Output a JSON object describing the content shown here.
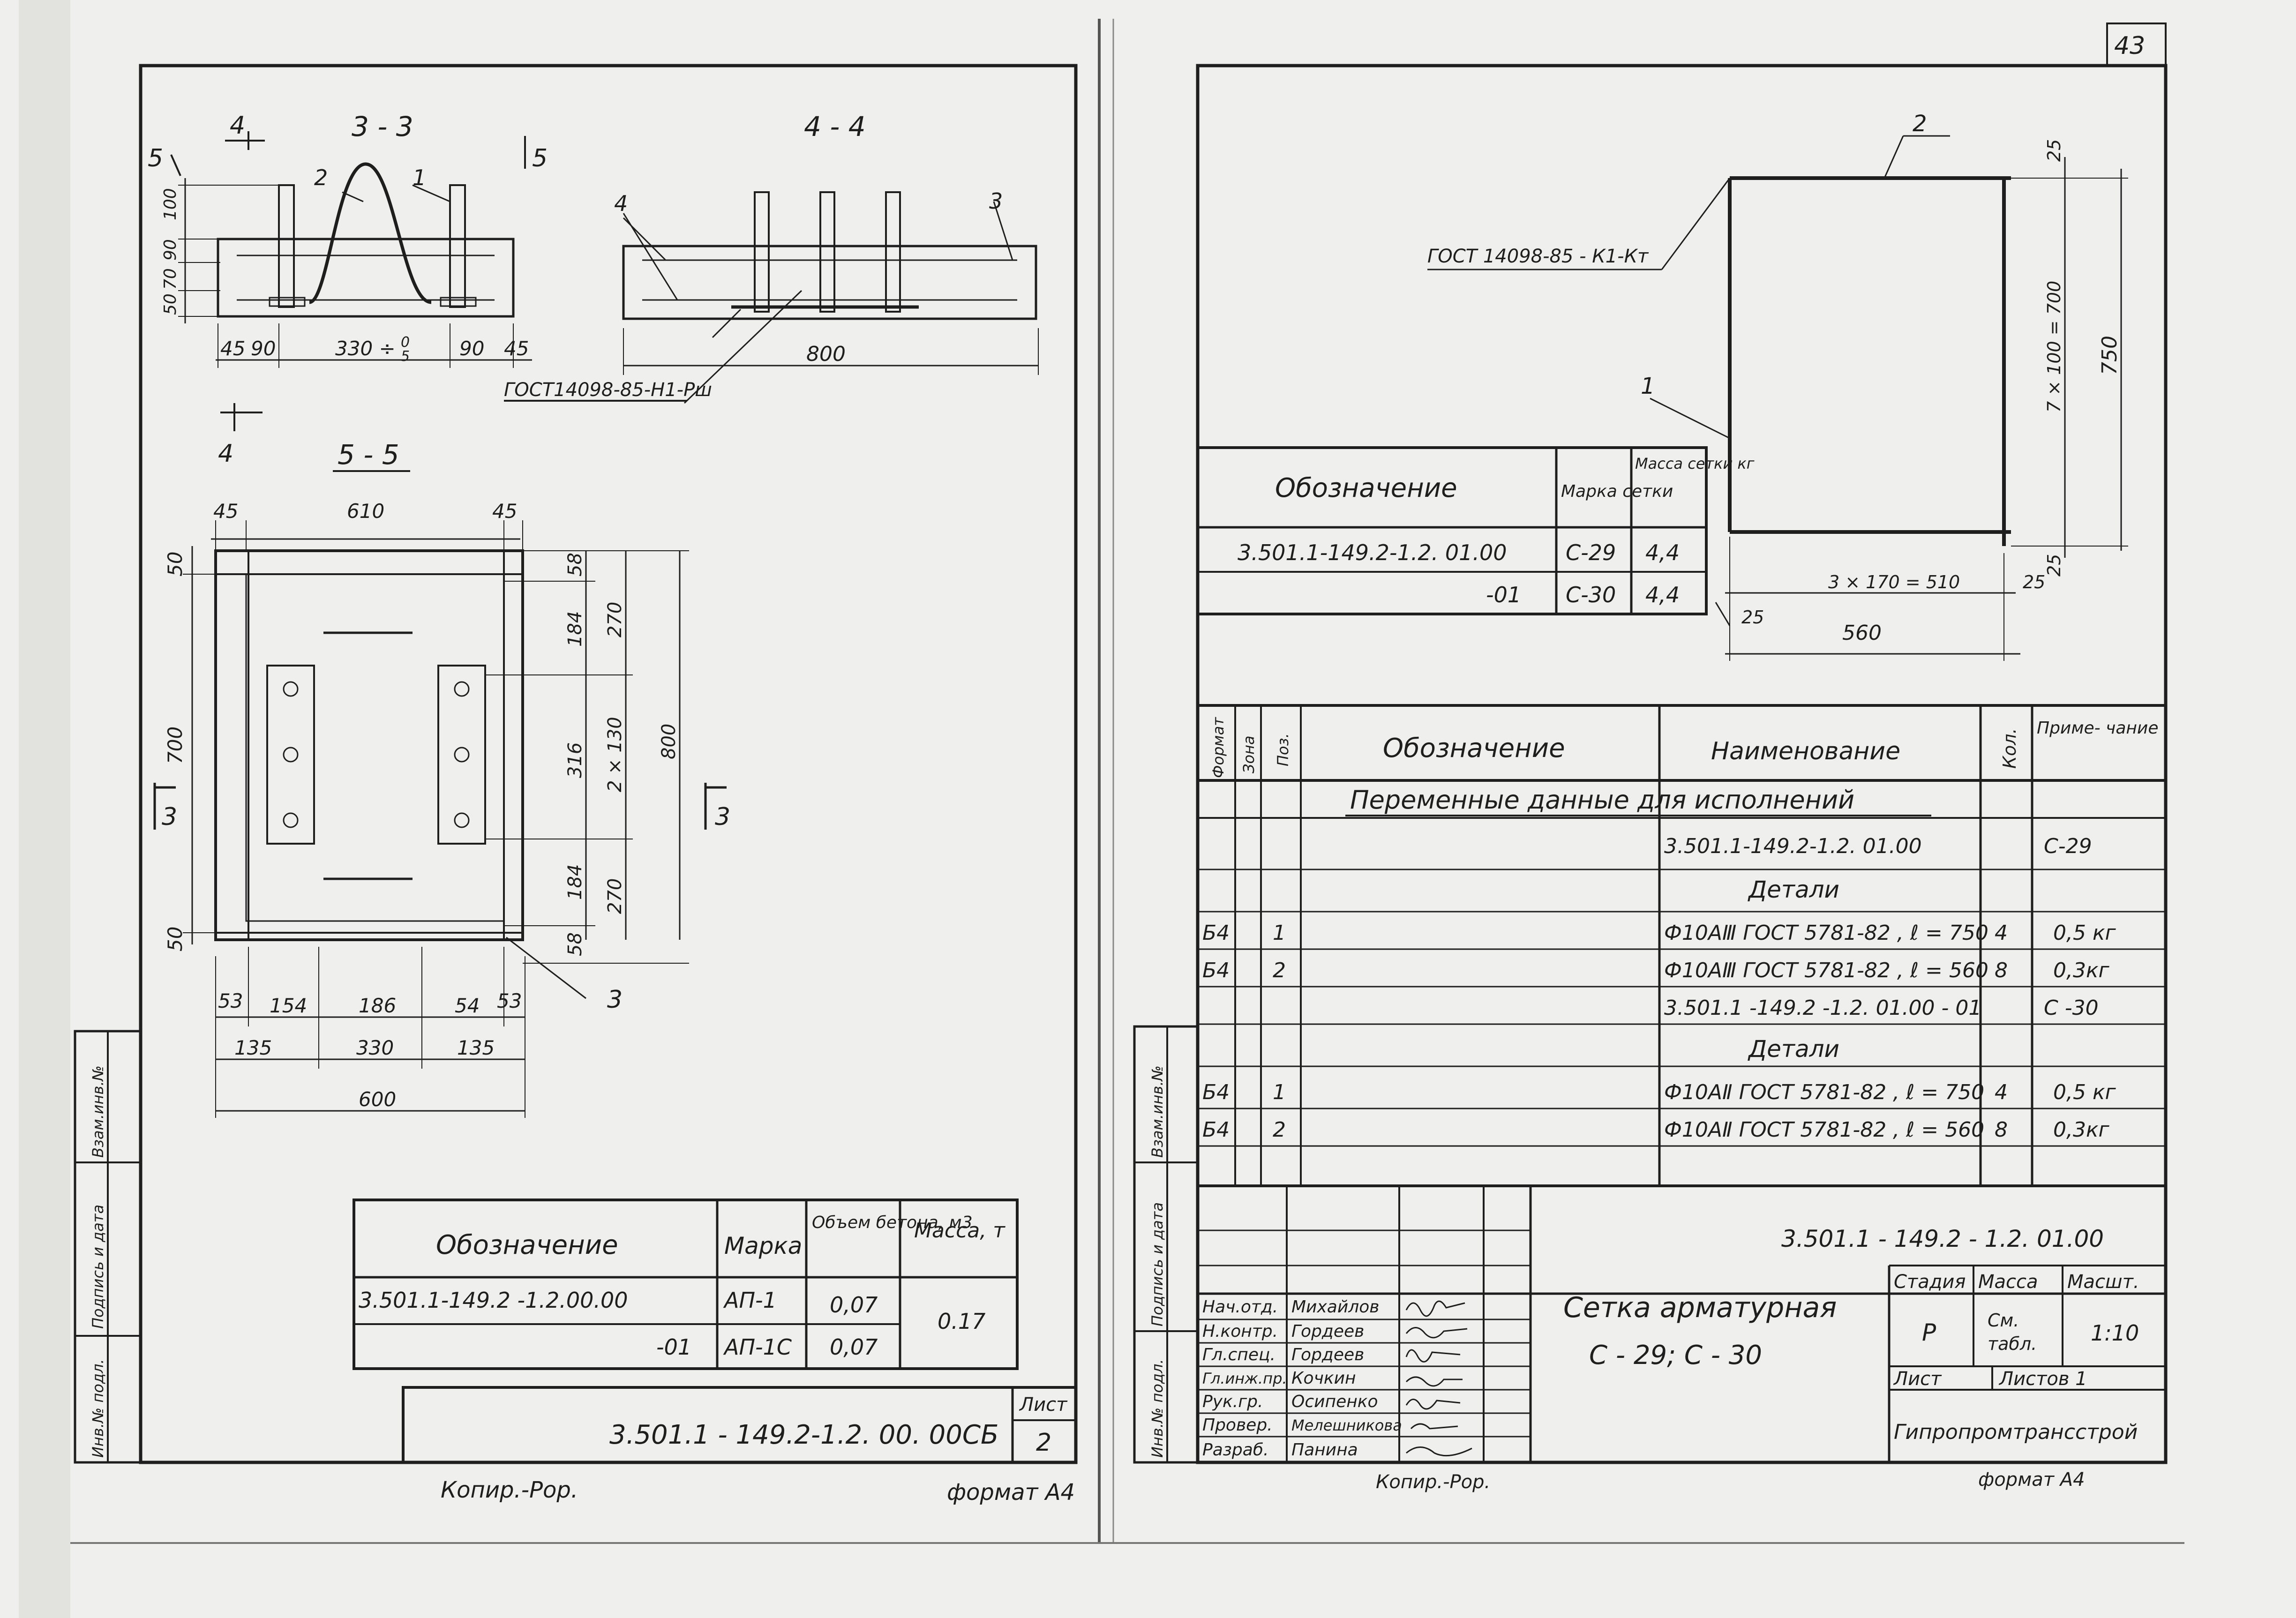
{
  "page_number": "43",
  "left_sheet": {
    "section_33": {
      "title": "3 - 3",
      "cut_left": "4",
      "cut_5_left": "5",
      "cut_5_right": "5",
      "callout_1": "1",
      "callout_2": "2",
      "dims_vertical": [
        "50",
        "70",
        "90",
        "100"
      ],
      "dims_horizontal": [
        "45",
        "90",
        "330 ÷ ",
        "90",
        "45"
      ],
      "dim_fraction_top": "0",
      "dim_fraction_bottom": "5"
    },
    "section_44": {
      "title": "4 - 4",
      "callout_4": "4",
      "callout_3": "3",
      "width": "800",
      "gost_note": "ГОСТ14098-85-Н1-Рш"
    },
    "section_55": {
      "title": "5 - 5",
      "cut_left_4": "4",
      "top_dims": [
        "45",
        "610",
        "45"
      ],
      "left_dims": [
        "50",
        "700",
        "50"
      ],
      "right_inner": [
        "58",
        "184",
        "316",
        "184",
        "58"
      ],
      "right_outer": [
        "270",
        "2 × 130",
        "270"
      ],
      "right_total": "800",
      "bottom_row1": [
        "53",
        "154",
        "186",
        "54",
        "53"
      ],
      "bottom_row2": [
        "135",
        "330",
        "135"
      ],
      "bottom_total": "600",
      "cut_3_left": "3",
      "cut_3_right": "3",
      "callout_3": "3"
    },
    "spec_table": {
      "headers": [
        "Обозначение",
        "Марка",
        "Объем бетона, м3",
        "Масса, т"
      ],
      "rows": [
        [
          "3.501.1-149.2 -1.2.00.00",
          "АП-1",
          "0,07"
        ],
        [
          "-01",
          "АП-1С",
          "0,07"
        ]
      ],
      "mass_merged": "0.17"
    },
    "title_block": {
      "code": "3.501.1 - 149.2-1.2. 00. 00СБ",
      "sheet_label": "Лист",
      "sheet_number": "2"
    },
    "side_labels": [
      "Инв.№ подл.",
      "Подпись и дата",
      "Взам.инв.№"
    ],
    "footer_copy": "Копир.-Рор.",
    "footer_format": "формат А4"
  },
  "right_sheet": {
    "mesh": {
      "callout_2": "2",
      "callout_1": "1",
      "gost_note": "ГОСТ 14098-85 - К1-Кт",
      "dims_right": [
        "25",
        "7 × 100 = 700",
        "25"
      ],
      "dim_total_height": "750",
      "dims_bottom": [
        "25",
        "3 × 170 = 510",
        "25"
      ],
      "dim_total_width": "560"
    },
    "mark_table": {
      "headers": [
        "Обозначение",
        "Марка сетки",
        "Масса сетки кг"
      ],
      "rows": [
        [
          "3.501.1-149.2-1.2. 01.00",
          "С-29",
          "4,4"
        ],
        [
          "-01",
          "С-30",
          "4,4"
        ]
      ]
    },
    "spec": {
      "headers": [
        "Формат",
        "Зона",
        "Поз.",
        "Обозначение",
        "Наименование",
        "Кол.",
        "Приме- чание"
      ],
      "section_title": "Переменные данные для исполнений",
      "rows": [
        {
          "fmt": "",
          "pos": "",
          "name": "3.501.1-149.2-1.2. 01.00",
          "qty": "",
          "note": "С-29"
        },
        {
          "fmt": "",
          "pos": "",
          "name": "Детали",
          "qty": "",
          "note": ""
        },
        {
          "fmt": "Б4",
          "pos": "1",
          "name": "Ф10АⅢ ГОСТ 5781-82 , ℓ = 750",
          "qty": "4",
          "note": "0,5 кг"
        },
        {
          "fmt": "Б4",
          "pos": "2",
          "name": "Ф10АⅢ ГОСТ 5781-82 , ℓ = 560",
          "qty": "8",
          "note": "0,3кг"
        },
        {
          "fmt": "",
          "pos": "",
          "name": "3.501.1 -149.2 -1.2. 01.00 - 01",
          "qty": "",
          "note": "С -30"
        },
        {
          "fmt": "",
          "pos": "",
          "name": "Детали",
          "qty": "",
          "note": ""
        },
        {
          "fmt": "Б4",
          "pos": "1",
          "name": "Ф10АⅡ ГОСТ 5781-82 , ℓ = 750",
          "qty": "4",
          "note": "0,5 кг"
        },
        {
          "fmt": "Б4",
          "pos": "2",
          "name": "Ф10АⅡ ГОСТ 5781-82 , ℓ = 560",
          "qty": "8",
          "note": "0,3кг"
        }
      ]
    },
    "title_block": {
      "code": "3.501.1 - 149.2 - 1.2. 01.00",
      "name_line1": "Сетка арматурная",
      "name_line2": "С - 29; С - 30",
      "stage_label": "Стадия",
      "mass_label": "Масса",
      "scale_label": "Масшт.",
      "stage_value": "Р",
      "mass_value_1": "См.",
      "mass_value_2": "табл.",
      "scale_value": "1:10",
      "sheet_label": "Лист",
      "sheets_label": "Листов 1",
      "org": "Гипропромтрансстрой",
      "people": [
        {
          "role": "Нач.отд.",
          "name": "Михайлов"
        },
        {
          "role": "Н.контр.",
          "name": "Гордеев"
        },
        {
          "role": "Гл.спец.",
          "name": "Гордеев"
        },
        {
          "role": "Гл.инж.пр.",
          "name": "Кочкин"
        },
        {
          "role": "Рук.гр.",
          "name": "Осипенко"
        },
        {
          "role": "Провер.",
          "name": "Мелешникова"
        },
        {
          "role": "Разраб.",
          "name": "Панина"
        }
      ]
    },
    "side_labels": [
      "Инв.№ подл.",
      "Подпись и дата",
      "Взам.инв.№"
    ],
    "footer_copy": "Копир.-Рор.",
    "footer_format": "формат А4"
  }
}
